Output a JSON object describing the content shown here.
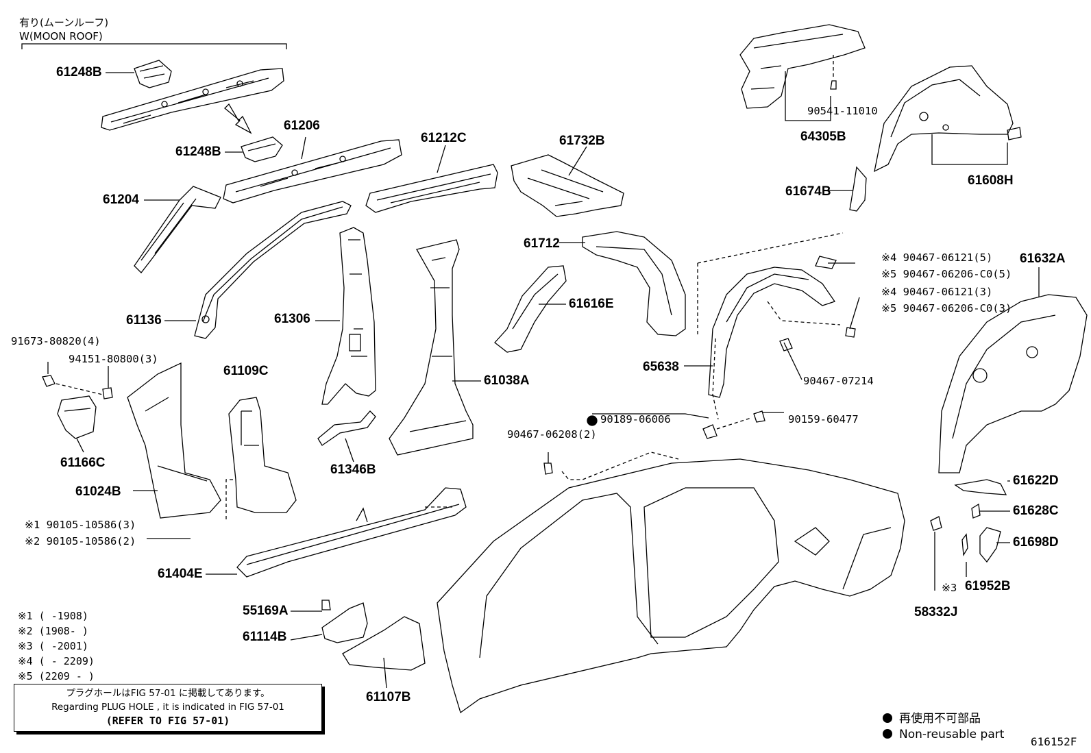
{
  "header": {
    "jp": "有り(ムーンルーフ)",
    "en": "W(MOON ROOF)"
  },
  "figure_code": "616152F",
  "parts": {
    "p61248B_top": "61248B",
    "p61248B_mid": "61248B",
    "p61206": "61206",
    "p61204": "61204",
    "p61212C": "61212C",
    "p61732B": "61732B",
    "p64305B": "64305B",
    "p90541": "90541-11010",
    "p61608H": "61608H",
    "p61674B": "61674B",
    "p61136": "61136",
    "p61306": "61306",
    "p61712": "61712",
    "p61616E": "61616E",
    "p61038A": "61038A",
    "p65638": "65638",
    "p61632A": "61632A",
    "p91673": "91673-80820(4)",
    "p94151": "94151-80800(3)",
    "p61109C": "61109C",
    "p61166C": "61166C",
    "p61024B": "61024B",
    "p61346B": "61346B",
    "p90467_07214": "90467-07214",
    "p90189": "90189-06006",
    "p90159": "90159-60477",
    "p90467_06208": "90467-06208(2)",
    "p61622D": "61622D",
    "p61628C": "61628C",
    "p61698D": "61698D",
    "p61952B": "61952B",
    "p58332J": "58332J",
    "p61404E": "61404E",
    "p55169A": "55169A",
    "p61114B": "61114B",
    "p61107B": "61107B",
    "n4a": "※4 90467-06121(5)",
    "n5a": "※5 90467-06206-C0(5)",
    "n4b": "※4 90467-06121(3)",
    "n5b": "※5 90467-06206-C0(3)",
    "n1": "※1 90105-10586(3)",
    "n2": "※2 90105-10586(2)",
    "n3": "※3"
  },
  "footnotes": [
    "※1 (      -1908)",
    "※2 (1908-      )",
    "※3 (      -2001)",
    "※4 (      - 2209)",
    "※5 (2209 -      )"
  ],
  "notice": {
    "jp": "プラグホールはFIG 57-01 に掲載してあります。",
    "en": "Regarding  PLUG HOLE , it is indicated in FIG  57-01",
    "ref": "(REFER TO FIG 57-01)"
  },
  "legend": {
    "jp": "再使用不可部品",
    "en": "Non-reusable part"
  }
}
